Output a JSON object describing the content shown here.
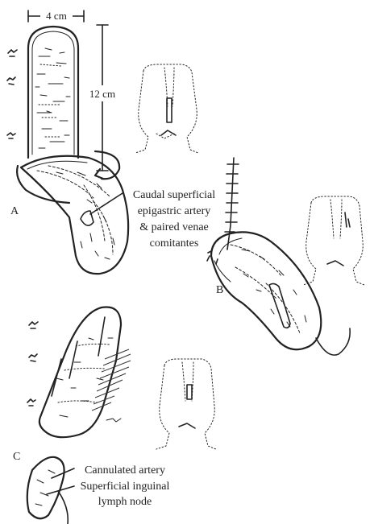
{
  "panels": {
    "a": {
      "letter": "A"
    },
    "b": {
      "letter": "B"
    },
    "c": {
      "letter": "C"
    }
  },
  "measurements": {
    "width": "4 cm",
    "length": "12 cm"
  },
  "annotations": {
    "artery_line1": "Caudal superficial",
    "artery_line2": "epigastric artery",
    "artery_line3": "& paired venae",
    "artery_line4": "comitantes",
    "cannulated": "Cannulated artery",
    "inguinal_line1": "Superficial inguinal",
    "inguinal_line2": "lymph node"
  }
}
